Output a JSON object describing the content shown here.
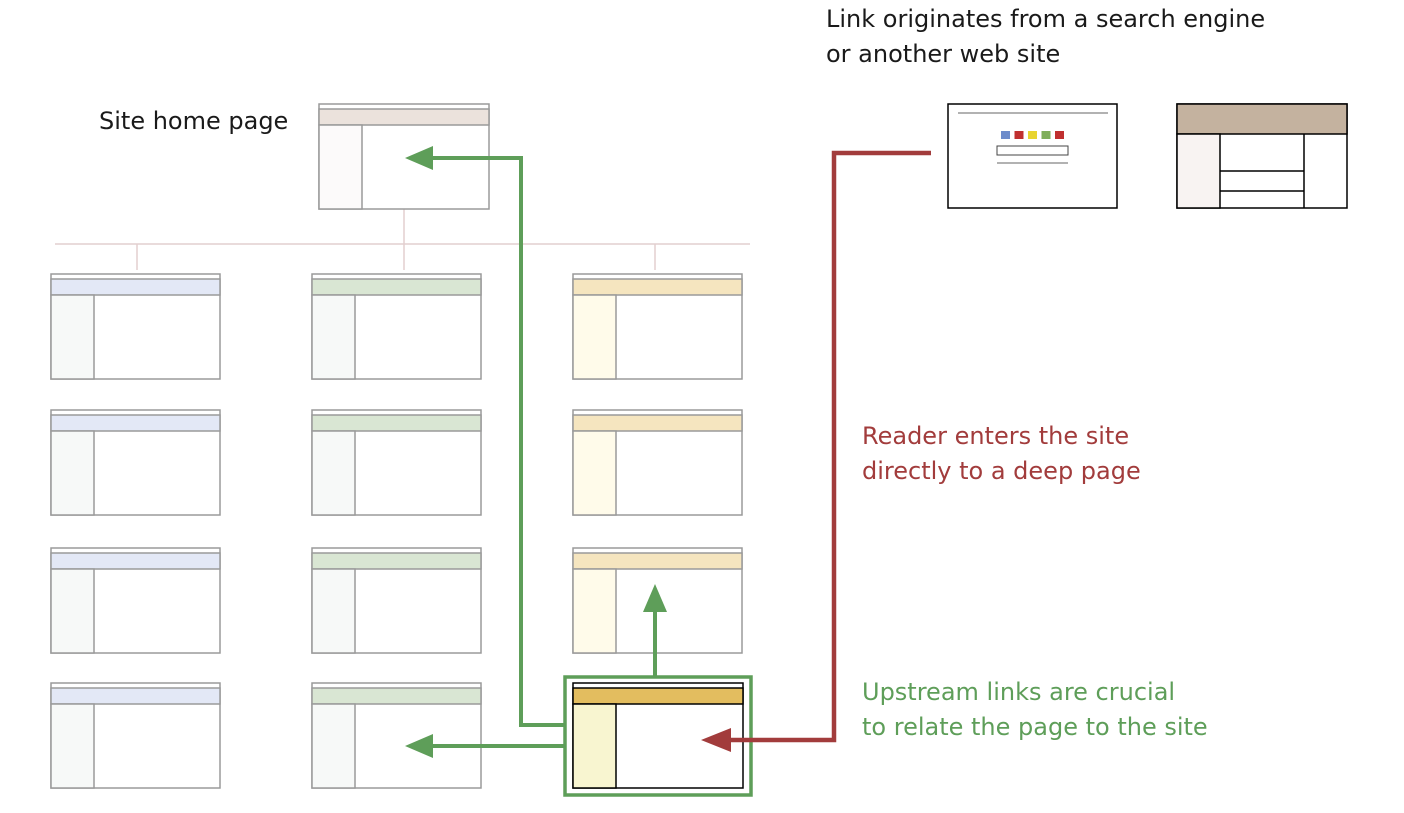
{
  "colors": {
    "page_outline": "#9a9a9a",
    "home_header": "#ebe2dc",
    "home_sidebar": "#fcfafa",
    "tree_line": "#e2cfcf",
    "col1_header": "#e3e8f6",
    "col1_sidebar": "#f7f9f8",
    "col2_header": "#d9e6d3",
    "col2_sidebar": "#f7f9f8",
    "col3_header": "#f5e5bf",
    "col3_sidebar": "#fffbea",
    "current_header": "#e3bd5f",
    "current_sidebar": "#f8f5d0",
    "current_outline": "#000000",
    "ext_header": "#c4b29f",
    "ext_sidebar": "#f8f3f2",
    "upstream_green": "#5e9e59",
    "reader_red": "#a23c3c",
    "caption_black": "#1a1a1a",
    "search_dots": [
      "#6d8ccb",
      "#c03030",
      "#e8d430",
      "#7fae5a",
      "#c03030"
    ]
  },
  "labels": {
    "home": "Site home page",
    "source": {
      "line1": "Link originates from a search engine",
      "line2": "or another web site"
    },
    "reader": {
      "line1": "Reader enters the site",
      "line2": "directly to a deep page"
    },
    "upstream": {
      "line1": "Upstream links are crucial",
      "line2": "to relate the page to the site"
    }
  }
}
